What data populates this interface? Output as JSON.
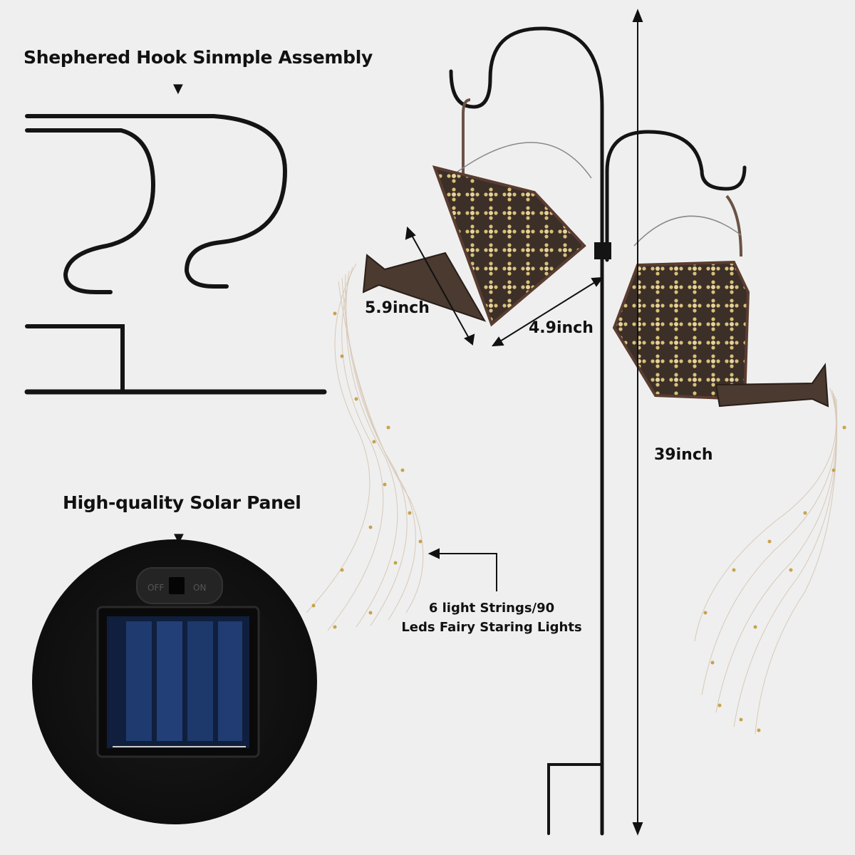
{
  "assembly": {
    "title": "Shephered Hook Sinmple Assembly"
  },
  "solar": {
    "title": "High-quality Solar Panel",
    "switch_off": "OFF",
    "switch_on": "ON"
  },
  "dimensions": {
    "can_height": "5.9inch",
    "can_width": "4.9inch",
    "pole_height": "39inch"
  },
  "lights": {
    "line1": "6 light Strings/90",
    "line2": "Leds Fairy Staring Lights"
  },
  "colors": {
    "background": "#efefef",
    "metal": "#141414",
    "can": "#4a3a30",
    "panel": "#1f3a6e"
  }
}
